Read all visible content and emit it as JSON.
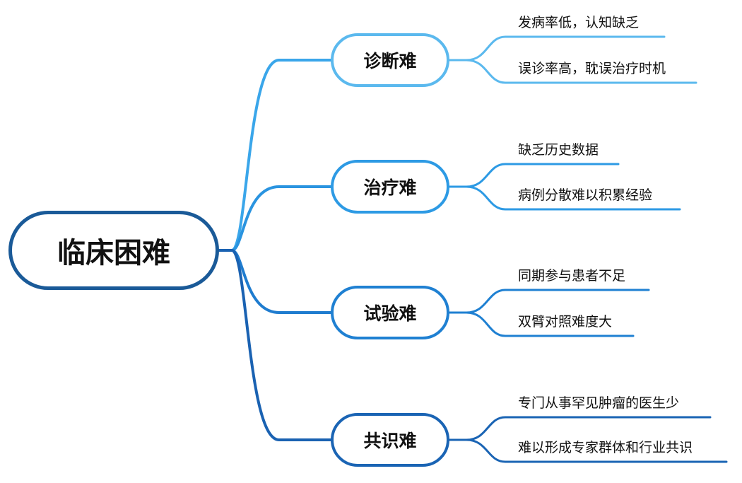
{
  "root": {
    "label": "临床困难",
    "color": "#1a5a98"
  },
  "branches": [
    {
      "label": "诊断难",
      "color": "#5bb9ee",
      "leaves": [
        "发病率低，认知缺乏",
        "误诊率高，耽误治疗时机"
      ]
    },
    {
      "label": "治疗难",
      "color": "#2d9ae4",
      "leaves": [
        "缺乏历史数据",
        "病例分散难以积累经验"
      ]
    },
    {
      "label": "试验难",
      "color": "#1f80d2",
      "leaves": [
        "同期参与患者不足",
        "双臂对照难度大"
      ]
    },
    {
      "label": "共识难",
      "color": "#1a64b4",
      "leaves": [
        "专门从事罕见肿瘤的医生少",
        "难以形成专家群体和行业共识"
      ]
    }
  ]
}
